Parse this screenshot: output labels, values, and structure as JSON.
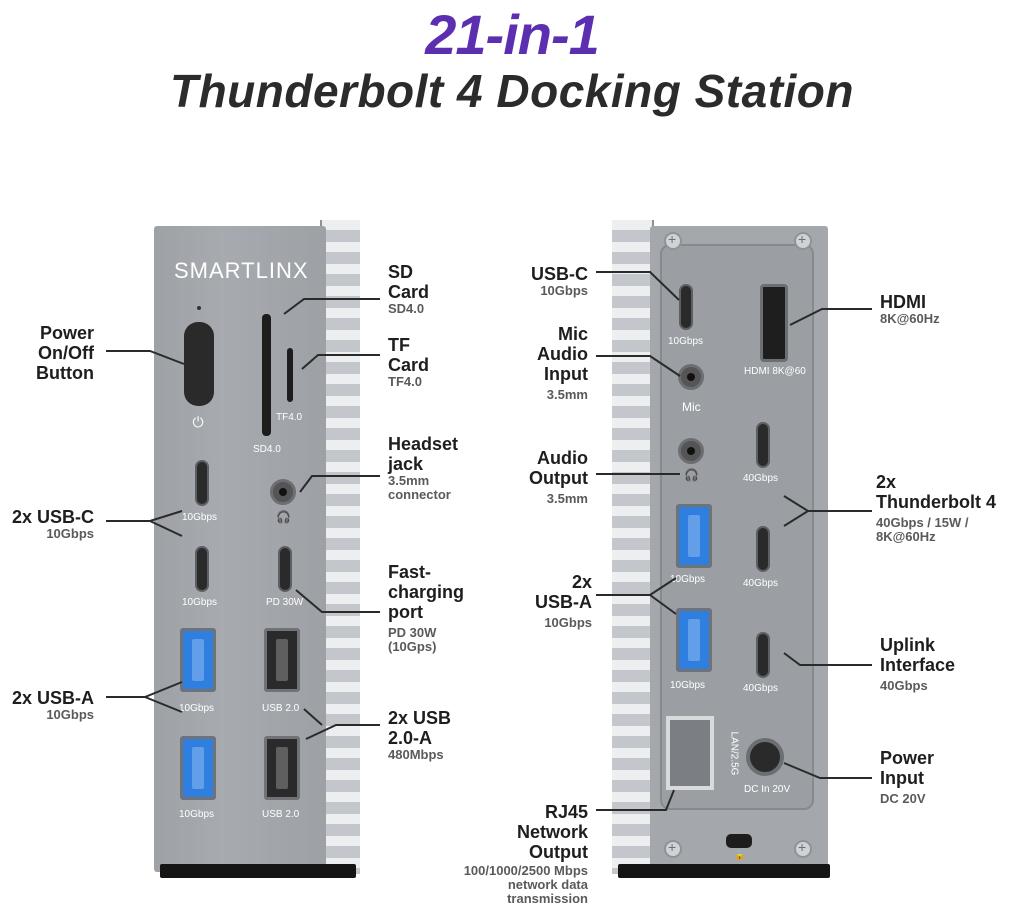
{
  "title": {
    "accent": "21-in-1",
    "main": "Thunderbolt 4 Docking Station"
  },
  "colors": {
    "accent": "#5b2fb0",
    "label": "#1e1e1e",
    "sublabel": "#5a5a5a",
    "usb_blue": "#2f7fe0",
    "shell": "#a4a8ad"
  },
  "front": {
    "brand": "SMARTLINX",
    "port_labels": {
      "sd": "SD4.0",
      "tf": "TF4.0",
      "usbc1": "10Gbps",
      "usbc2": "10Gbps",
      "pd": "PD 30W",
      "usba1": "10Gbps",
      "usba2": "10Gbps",
      "usb2_1": "USB 2.0",
      "usb2_2": "USB 2.0"
    },
    "callouts": {
      "power": {
        "lines": [
          "Power",
          "On/Off",
          "Button"
        ]
      },
      "usbc": {
        "title": "2x USB-C",
        "sub": "10Gbps"
      },
      "usba": {
        "title": "2x USB-A",
        "sub": "10Gbps"
      },
      "sd": {
        "title": [
          "SD",
          "Card"
        ],
        "sub": "SD4.0"
      },
      "tf": {
        "title": [
          "TF",
          "Card"
        ],
        "sub": "TF4.0"
      },
      "headset": {
        "title": [
          "Headset",
          "jack"
        ],
        "sub": [
          "3.5mm",
          "connector"
        ]
      },
      "fast": {
        "title": [
          "Fast-",
          "charging",
          "port"
        ],
        "sub": [
          "PD 30W",
          "(10Gps)"
        ]
      },
      "usb2": {
        "title": [
          "2x USB",
          "2.0-A"
        ],
        "sub": "480Mbps"
      }
    }
  },
  "back": {
    "port_labels": {
      "usbc": "10Gbps",
      "hdmi": "HDMI 8K@60",
      "mic": "Mic",
      "tb1": "40Gbps",
      "tb2": "40Gbps",
      "uplink": "40Gbps",
      "usba1": "10Gbps",
      "usba2": "10Gbps",
      "lan": "LAN/2.5G",
      "dc": "DC In 20V"
    },
    "callouts": {
      "usbc": {
        "title": "USB-C",
        "sub": "10Gbps"
      },
      "mic": {
        "title": [
          "Mic",
          "Audio",
          "Input"
        ],
        "sub": "3.5mm"
      },
      "audio": {
        "title": [
          "Audio",
          "Output"
        ],
        "sub": "3.5mm"
      },
      "usba": {
        "title": [
          "2x",
          "USB-A"
        ],
        "sub": "10Gbps"
      },
      "rj45": {
        "title": [
          "RJ45",
          "Network",
          "Output"
        ],
        "sub": [
          "100/1000/2500 Mbps",
          "network data",
          "transmission"
        ]
      },
      "hdmi": {
        "title": "HDMI",
        "sub": "8K@60Hz"
      },
      "tb": {
        "title": [
          "2x",
          "Thunderbolt 4"
        ],
        "sub": [
          "40Gbps / 15W /",
          "8K@60Hz"
        ]
      },
      "uplink": {
        "title": [
          "Uplink",
          "Interface"
        ],
        "sub": "40Gbps"
      },
      "power": {
        "title": [
          "Power",
          "Input"
        ],
        "sub": "DC 20V"
      }
    }
  }
}
